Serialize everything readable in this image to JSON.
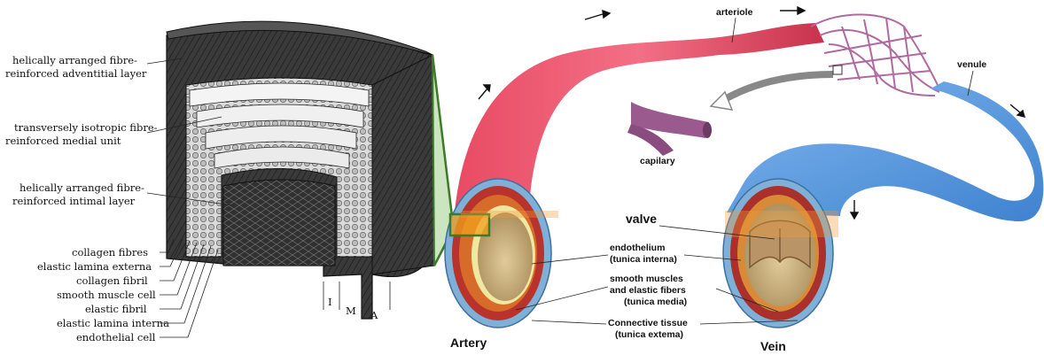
{
  "left_diagram": {
    "labels": {
      "adventitial_1": "helically arranged fibre-",
      "adventitial_2": "reinforced adventitial layer",
      "medial_1": "transversely isotropic fibre-",
      "medial_2": "reinforced medial unit",
      "intimal_1": "helically arranged fibre-",
      "intimal_2": "reinforced intimal layer",
      "collagen_fibres": "collagen fibres",
      "elastic_lamina_externa": "elastic lamina externa",
      "collagen_fibril": "collagen fibril",
      "smooth_muscle_cell": "smooth muscle cell",
      "elastic_fibril": "elastic fibril",
      "elastic_lamina_interna": "elastic lamina interna",
      "endothelial_cell": "endothelial cell"
    },
    "layer_markers": {
      "intima": "I",
      "media": "M",
      "adventitia": "A"
    }
  },
  "right_diagram": {
    "labels": {
      "arteriole": "arteriole",
      "venule": "venule",
      "capillary": "capilary",
      "valve": "valve",
      "endothelium_1": "endothelium",
      "endothelium_2": "(tunica interna)",
      "smooth_1": "smooth muscles",
      "smooth_2": "and elastic fibers",
      "smooth_3": "(tunica media)",
      "connective_1": "Connective tissue",
      "connective_2": "(tunica extema)",
      "artery": "Artery",
      "vein": "Vein"
    }
  },
  "colors": {
    "artery_red": "#e0455e",
    "vein_blue": "#5a9be0",
    "capillary_purple": "#9b5a8e",
    "highlight_green": "#3f7a2a",
    "tissue_tan": "#c9ad7a"
  }
}
